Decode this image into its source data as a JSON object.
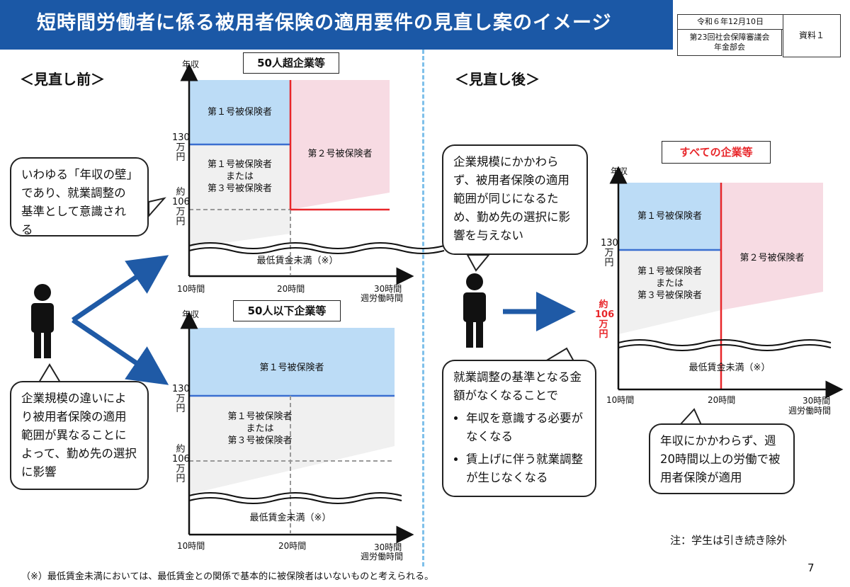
{
  "header": {
    "title": "短時間労働者に係る被用者保険の適用要件の見直し案のイメージ",
    "date": "令和６年12月10日",
    "meeting_line1": "第23回社会保障審議会",
    "meeting_line2": "年金部会",
    "doc_label": "資料１"
  },
  "before": {
    "heading": "＜見直し前＞",
    "bubble_top": "いわゆる「年収の壁」であり、就業調整の基準として意識される",
    "bubble_bottom": "企業規模の違いにより被用者保険の適用範囲が異なることによって、勤め先の選択に影響"
  },
  "after": {
    "heading": "＜見直し後＞",
    "bubble_top": "企業規模にかかわらず、被用者保険の適用範囲が同じになるため、勤め先の選択に影響を与えない",
    "bubble_mid_intro": "就業調整の基準となる金額がなくなることで",
    "bubble_mid_bullets": [
      "年収を意識する必要がなくなる",
      "賃上げに伴う就業調整が生じなくなる"
    ],
    "bubble_bottom": "年収にかかわらず、週20時間以上の労働で被用者保険が適用"
  },
  "common": {
    "y_axis": "年収",
    "x_10": "10時間",
    "x_20": "20時間",
    "x_30": "30時間",
    "x_unit": "週労働時間",
    "y_130": "130",
    "y_man": "万",
    "y_en": "円",
    "y_yaku": "約",
    "y_106": "106",
    "min_wage": "最低賃金未満（※）",
    "ins1": "第１号被保険者",
    "ins1or3_a": "第１号被保険者",
    "ins1or3_b": "または",
    "ins1or3_c": "第３号被保険者",
    "ins2": "第２号被保険者"
  },
  "charts": {
    "large": "50人超企業等",
    "small": "50人以下企業等",
    "all": "すべての企業等"
  },
  "footnote": "（※）最低賃金未満においては、最低賃金との関係で基本的に被保険者はいないものと考えられる。",
  "note": "注：学生は引き続き除外",
  "page_number": "7",
  "colors": {
    "header": "#1b58a6",
    "ins1": "#bcdcf6",
    "ins2": "#f7dbe3",
    "red": "#e8262a",
    "line_blue": "#3a6fd0",
    "arrow": "#1f5aa6"
  }
}
